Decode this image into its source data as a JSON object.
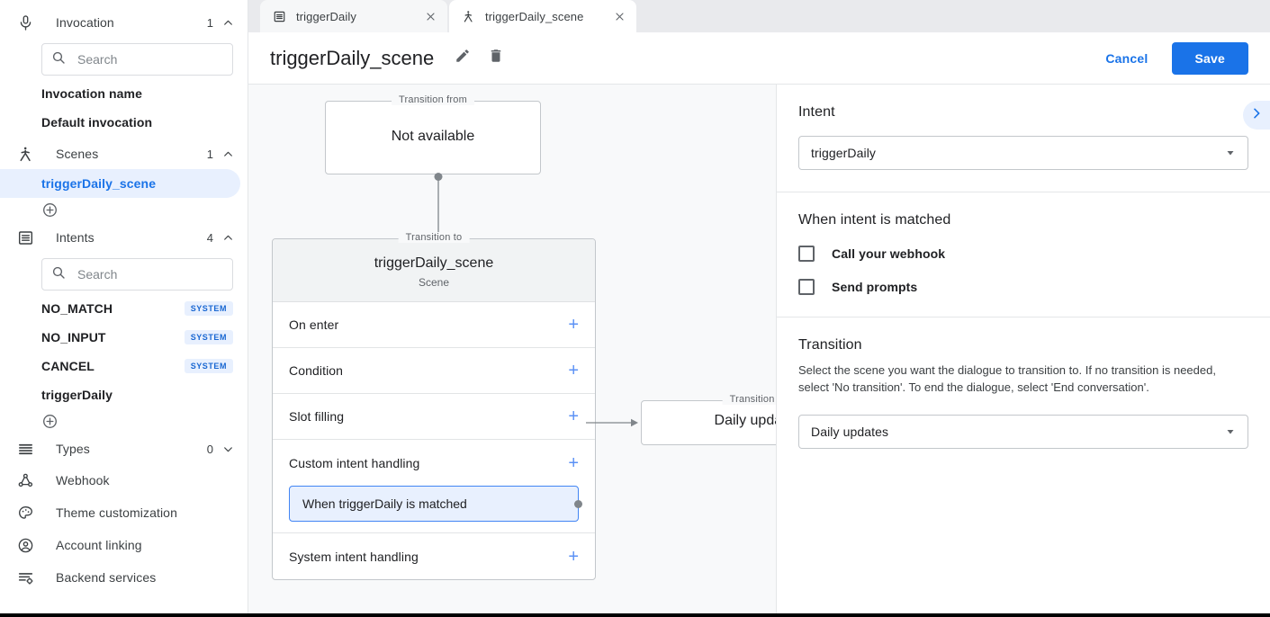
{
  "sidebar": {
    "groups": [
      {
        "name": "invocation",
        "label": "Invocation",
        "count": "1",
        "caret": "chevron-up-icon",
        "icon": "microphone-icon",
        "search_placeholder": "Search",
        "items": [
          {
            "label": "Invocation name",
            "badge": ""
          },
          {
            "label": "Default invocation",
            "badge": ""
          }
        ]
      },
      {
        "name": "scenes",
        "label": "Scenes",
        "count": "1",
        "caret": "chevron-up-icon",
        "icon": "scene-fork-icon",
        "items": [
          {
            "label": "triggerDaily_scene",
            "badge": ""
          }
        ],
        "add_label": "add-scene"
      },
      {
        "name": "intents",
        "label": "Intents",
        "count": "4",
        "caret": "chevron-up-icon",
        "icon": "intents-list-icon",
        "search_placeholder": "Search",
        "items": [
          {
            "label": "NO_MATCH",
            "badge": "SYSTEM"
          },
          {
            "label": "NO_INPUT",
            "badge": "SYSTEM"
          },
          {
            "label": "CANCEL",
            "badge": "SYSTEM"
          },
          {
            "label": "triggerDaily",
            "badge": ""
          }
        ],
        "add_label": "add-intent"
      }
    ],
    "types": {
      "label": "Types",
      "count": "0",
      "caret": "chevron-down-icon",
      "icon": "types-icon"
    },
    "nav": [
      {
        "label": "Webhook",
        "icon": "webhook-icon"
      },
      {
        "label": "Theme customization",
        "icon": "palette-icon"
      },
      {
        "label": "Account linking",
        "icon": "account-circle-icon"
      },
      {
        "label": "Backend services",
        "icon": "backend-services-icon"
      }
    ],
    "active_item": "triggerDaily_scene"
  },
  "tabs": [
    {
      "label": "triggerDaily",
      "icon": "intent-icon",
      "active": false
    },
    {
      "label": "triggerDaily_scene",
      "icon": "scene-fork-icon",
      "active": true
    }
  ],
  "header": {
    "title": "triggerDaily_scene",
    "edit_icon": "pencil-icon",
    "delete_icon": "trash-icon",
    "cancel_label": "Cancel",
    "save_label": "Save"
  },
  "canvas": {
    "from_node": {
      "legend": "Transition from",
      "text": "Not available"
    },
    "scene_node": {
      "legend": "Transition to",
      "title": "triggerDaily_scene",
      "subtitle": "Scene",
      "rows": [
        {
          "label": "On enter",
          "plus": "+"
        },
        {
          "label": "Condition",
          "plus": "+"
        },
        {
          "label": "Slot filling",
          "plus": "+"
        },
        {
          "label": "Custom intent handling",
          "plus": "+"
        },
        {
          "label": "System intent handling",
          "plus": "+"
        }
      ],
      "handler": {
        "label": "When triggerDaily is matched"
      }
    },
    "target_node": {
      "legend": "Transition to",
      "text": "Daily updates"
    }
  },
  "panel": {
    "intent": {
      "heading": "Intent",
      "selected": "triggerDaily",
      "caret": "chevron-down-icon"
    },
    "matched": {
      "heading": "When intent is matched",
      "checkboxes": [
        {
          "label": "Call your webhook",
          "checked": false
        },
        {
          "label": "Send prompts",
          "checked": false
        }
      ]
    },
    "transition": {
      "heading": "Transition",
      "description": "Select the scene you want the dialogue to transition to. If no transition is needed, select 'No transition'. To end the dialogue, select 'End conversation'.",
      "selected": "Daily updates",
      "caret": "chevron-down-icon"
    },
    "collapse_icon": "chevron-right-icon"
  },
  "colors": {
    "accent": "#1a73e8",
    "accent_soft": "#e8f0fe",
    "canvas_bg": "#f8f9fa",
    "tabstrip_bg": "#e9eaed",
    "border": "#dadce0",
    "text": "#202124",
    "muted": "#5f6368"
  }
}
